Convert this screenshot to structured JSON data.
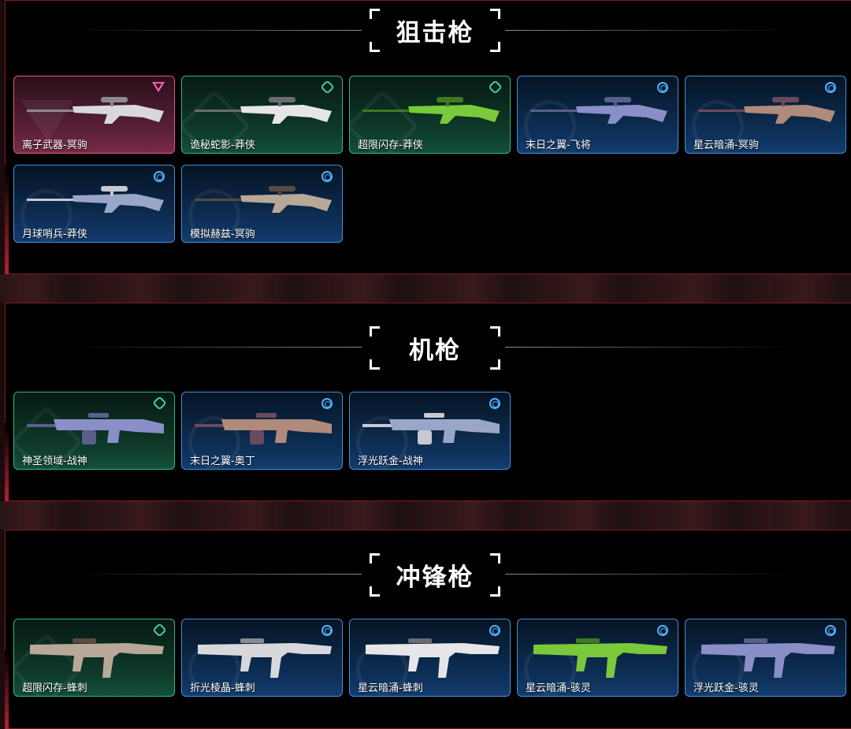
{
  "sections": [
    {
      "title": "狙击枪",
      "cards": [
        {
          "name": "离子武器-冥驹",
          "tier": "pink",
          "rarity_icon": "triangle-icon"
        },
        {
          "name": "诡秘蛇影-莽侠",
          "tier": "green",
          "rarity_icon": "diamond-icon"
        },
        {
          "name": "超限闪存-莽侠",
          "tier": "green",
          "rarity_icon": "diamond-icon"
        },
        {
          "name": "末日之翼-飞将",
          "tier": "blue",
          "rarity_icon": "circle-icon"
        },
        {
          "name": "星云暗涌-冥驹",
          "tier": "blue",
          "rarity_icon": "circle-icon"
        },
        {
          "name": "月球哨兵-莽侠",
          "tier": "blue",
          "rarity_icon": "circle-icon"
        },
        {
          "name": "模拟赫兹-冥驹",
          "tier": "blue",
          "rarity_icon": "circle-icon"
        }
      ]
    },
    {
      "title": "机枪",
      "cards": [
        {
          "name": "神圣领域-战神",
          "tier": "green",
          "rarity_icon": "diamond-icon"
        },
        {
          "name": "末日之翼-奥丁",
          "tier": "blue",
          "rarity_icon": "circle-icon"
        },
        {
          "name": "浮光跃金-战神",
          "tier": "blue",
          "rarity_icon": "circle-icon"
        }
      ]
    },
    {
      "title": "冲锋枪",
      "cards": [
        {
          "name": "超限闪存-蜂刺",
          "tier": "green",
          "rarity_icon": "diamond-icon"
        },
        {
          "name": "折光棱晶-蜂刺",
          "tier": "blue",
          "rarity_icon": "circle-icon"
        },
        {
          "name": "星云暗涌-蜂刺",
          "tier": "blue",
          "rarity_icon": "circle-icon"
        },
        {
          "name": "星云暗涌-骇灵",
          "tier": "blue",
          "rarity_icon": "circle-icon"
        },
        {
          "name": "浮光跃金-骇灵",
          "tier": "blue",
          "rarity_icon": "circle-icon"
        }
      ]
    }
  ],
  "colors": {
    "pink_tier": "#e0558c",
    "green_tier": "#2fb58a",
    "blue_tier": "#3f8fd6",
    "section_border": "#7a1e22"
  }
}
